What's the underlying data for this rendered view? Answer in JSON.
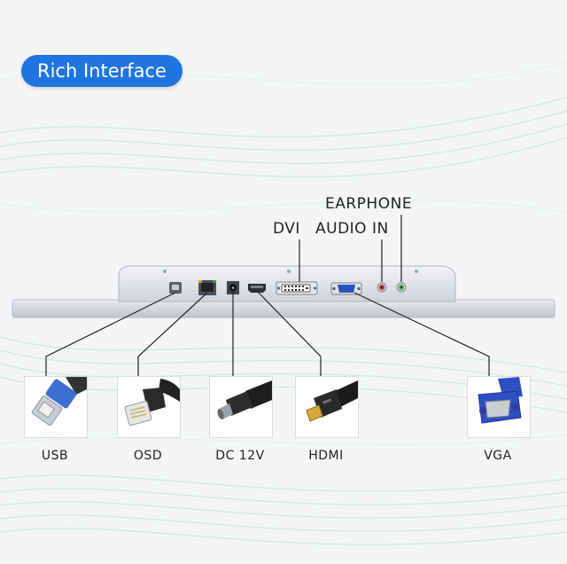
{
  "badge": {
    "text": "Rich Interface"
  },
  "callouts": {
    "earphone": "EARPHONE",
    "audio_in": "AUDIO IN",
    "dvi": "DVI"
  },
  "connectors": [
    {
      "id": "usb",
      "label": "USB",
      "icon": "usb-b-cable-icon"
    },
    {
      "id": "osd",
      "label": "OSD",
      "icon": "rj45-cable-icon"
    },
    {
      "id": "dc",
      "label": "DC 12V",
      "icon": "dc-power-plug-icon"
    },
    {
      "id": "hdmi",
      "label": "HDMI",
      "icon": "hdmi-cable-icon"
    },
    {
      "id": "vga",
      "label": "VGA",
      "icon": "vga-cable-icon"
    }
  ],
  "colors": {
    "badge": "#1f74e0",
    "wave": "#b9e6d6",
    "panel": "#e2e5e8",
    "vga_blue": "#2e4fc2",
    "usb_blue": "#3d6fd1"
  }
}
